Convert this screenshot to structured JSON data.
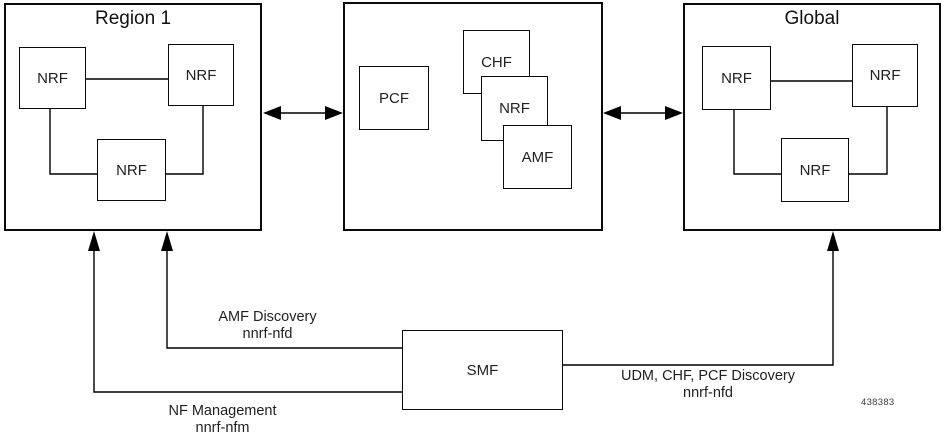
{
  "figure": {
    "number": "438383",
    "colors": {
      "background": "#ffffff",
      "line": "#000000",
      "text": "#1f1f1f"
    }
  },
  "region1": {
    "title": "Region 1",
    "nodes": {
      "nrf_top_left": "NRF",
      "nrf_top_right": "NRF",
      "nrf_bottom": "NRF"
    }
  },
  "center_cluster": {
    "nodes": {
      "pcf": "PCF",
      "chf": "CHF",
      "nrf": "NRF",
      "amf": "AMF"
    }
  },
  "global": {
    "title": "Global",
    "nodes": {
      "nrf_top_left": "NRF",
      "nrf_top_right": "NRF",
      "nrf_bottom": "NRF"
    }
  },
  "smf": {
    "label": "SMF"
  },
  "edge_labels": {
    "amf_discovery": {
      "line1": "AMF Discovery",
      "line2": "nnrf-nfd"
    },
    "nf_management": {
      "line1": "NF Management",
      "line2": "nnrf-nfm"
    },
    "udm_discovery": {
      "line1": "UDM, CHF, PCF Discovery",
      "line2": "nnrf-nfd"
    }
  }
}
